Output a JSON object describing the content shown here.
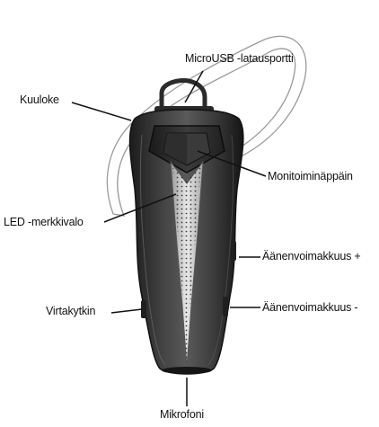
{
  "labels": {
    "usb": "MicroUSB -latausportti",
    "earpiece": "Kuuloke",
    "multi": "Monitoiminäppäin",
    "led": "LED -merkkivalo",
    "vol_up": "Äänenvoimakkuus +",
    "power": "Virtakytkin",
    "vol_down": "Äänenvoimakkuus -",
    "mic": "Mikrofoni"
  }
}
